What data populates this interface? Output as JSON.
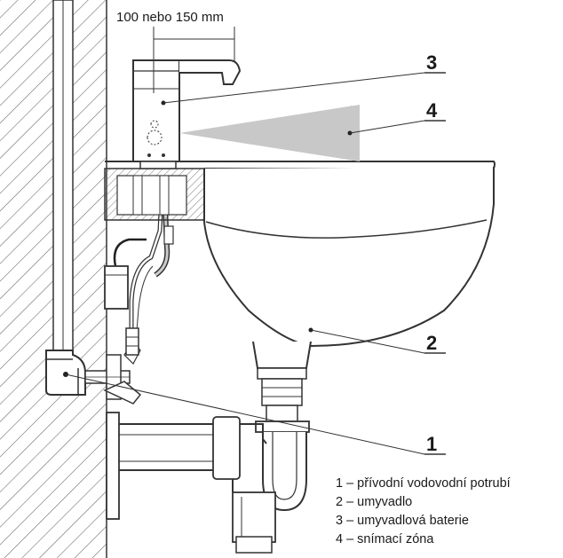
{
  "dimension_label": "100 nebo 150 mm",
  "callouts": {
    "c1": "1",
    "c2": "2",
    "c3": "3",
    "c4": "4"
  },
  "legend": [
    "1 – přívodní vodovodní potrubí",
    "2 – umyvadlo",
    "3 – umyvadlová baterie",
    "4 – snímací zóna"
  ],
  "colors": {
    "line": "#333333",
    "hatch": "#555555",
    "sensor_zone": "#c8c8c8"
  }
}
